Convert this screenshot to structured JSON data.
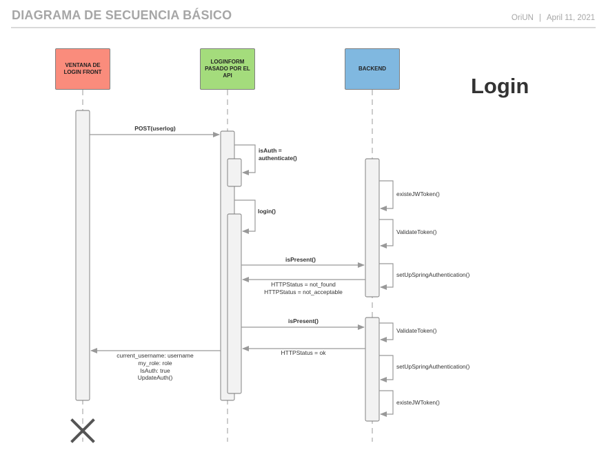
{
  "header": {
    "title": "DIAGRAMA DE SECUENCIA BÁSICO",
    "author": "OriUN",
    "separator": "|",
    "date": "April 11, 2021"
  },
  "diagram_title": "Login",
  "actors": [
    {
      "name": "VENTANA DE LOGIN FRONT",
      "color": "#fa8c7c"
    },
    {
      "name": "LOGINFORM PASADO POR EL API",
      "color": "#a4dc7c"
    },
    {
      "name": "BACKEND",
      "color": "#80b8e0"
    }
  ],
  "messages": {
    "post": "POST(userlog)",
    "isauth_1": "isAuth =",
    "isauth_2": "authenticate()",
    "login": "login()",
    "existe_1": "existeJWToken()",
    "validate_1": "ValidateToken()",
    "ispresent_1": "isPresent()",
    "setup_1": "setUpSpringAuthentication()",
    "not_found": "HTTPStatus = not_found",
    "not_acceptable": "HTTPStatus = not_acceptable",
    "ispresent_2": "isPresent()",
    "validate_2": "ValidateToken()",
    "status_ok": "HTTPStatus = ok",
    "ret_username": "current_username: username",
    "ret_role": "my_role: role",
    "ret_isauth": "IsAuth: true",
    "ret_update": "UpdateAuth()",
    "setup_2": "setUpSpringAuthentication()",
    "existe_2": "existeJWToken()"
  },
  "icons": {
    "destroy": "x-mark-icon"
  }
}
